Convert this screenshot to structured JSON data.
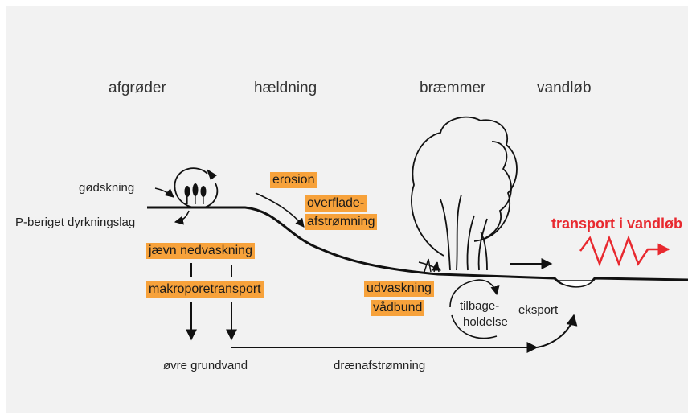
{
  "headers": {
    "crops": "afgrøder",
    "slope": "hældning",
    "buffer": "bræmmer",
    "stream": "vandløb"
  },
  "labels": {
    "fertilization": "gødskning",
    "p_enriched_layer": "P-beriget dyrkningslag",
    "erosion": "erosion",
    "surface_runoff_1": "overflade-",
    "surface_runoff_2": "afstrømning",
    "even_leaching": "jævn nedvaskning",
    "macropore": "makroporetransport",
    "wetland_1": "udvaskning",
    "wetland_2": "vådbund",
    "retention_1": "tilbage-",
    "retention_2": "holdelse",
    "export": "eksport",
    "upper_groundwater": "øvre grundvand",
    "drain_runoff": "drænafstrømning",
    "stream_transport": "transport i vandløb"
  },
  "colors": {
    "highlight": "#f7a23b",
    "stream_transport": "#e8292f",
    "line": "#111111",
    "background": "#f2f2f2"
  }
}
